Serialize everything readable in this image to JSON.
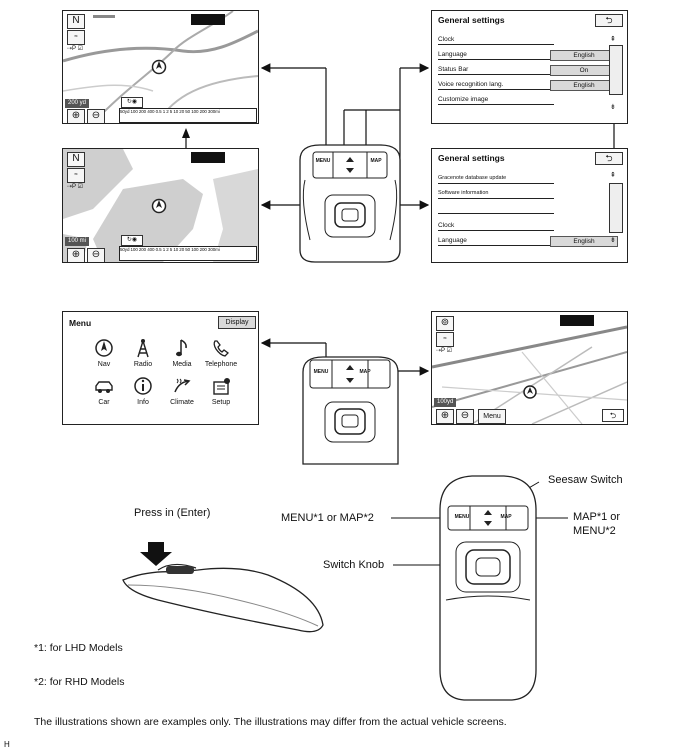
{
  "map_top": {
    "scale_label": "200 yd",
    "scale_ticks": "50yd 100  200  400  0.5   1    2    5   10   20   50  100  200 300mi"
  },
  "map_europe": {
    "scale_label": "100 mi",
    "scale_ticks": "50yd 100  200  400  0.5   1    2    5   10   20   50  100  200 300mi"
  },
  "general_settings_1": {
    "title": "General settings",
    "rows": [
      {
        "label": "Clock",
        "value": ""
      },
      {
        "label": "Language",
        "value": "English"
      },
      {
        "label": "Status Bar",
        "value": "On"
      },
      {
        "label": "Voice recognition lang.",
        "value": "English"
      },
      {
        "label": "Customize image",
        "value": ""
      }
    ]
  },
  "general_settings_2": {
    "title": "General settings",
    "rows": [
      {
        "label": "Gracenote database update",
        "value": ""
      },
      {
        "label": "Software information",
        "value": ""
      },
      {
        "label": "",
        "value": ""
      },
      {
        "label": "Clock",
        "value": ""
      },
      {
        "label": "Language",
        "value": "English"
      }
    ]
  },
  "menu_screen": {
    "title": "Menu",
    "display_button": "Display",
    "items": [
      {
        "label": "Nav",
        "icon": "compass-icon"
      },
      {
        "label": "Radio",
        "icon": "radio-tower-icon"
      },
      {
        "label": "Media",
        "icon": "music-note-icon"
      },
      {
        "label": "Telephone",
        "icon": "phone-icon"
      },
      {
        "label": "Car",
        "icon": "car-icon"
      },
      {
        "label": "Info",
        "icon": "info-icon"
      },
      {
        "label": "Climate",
        "icon": "climate-icon"
      },
      {
        "label": "Setup",
        "icon": "setup-icon"
      }
    ]
  },
  "map_3d": {
    "scale_label": "100yd",
    "menu_button": "Menu"
  },
  "controller": {
    "menu_key": "MENU",
    "map_key": "MAP"
  },
  "labels": {
    "seesaw_switch": "Seesaw Switch",
    "press_in": "Press in (Enter)",
    "menu_or_map": "MENU*1 or MAP*2",
    "map_or_menu_line1": "MAP*1 or",
    "map_or_menu_line2": "MENU*2",
    "switch_knob": "Switch Knob"
  },
  "notes": {
    "lhd": "*1: for LHD Models",
    "rhd": "*2: for RHD Models",
    "disclaimer": "The illustrations shown are examples only. The illustrations may differ from the actual vehicle screens.",
    "figure_code": "H"
  }
}
